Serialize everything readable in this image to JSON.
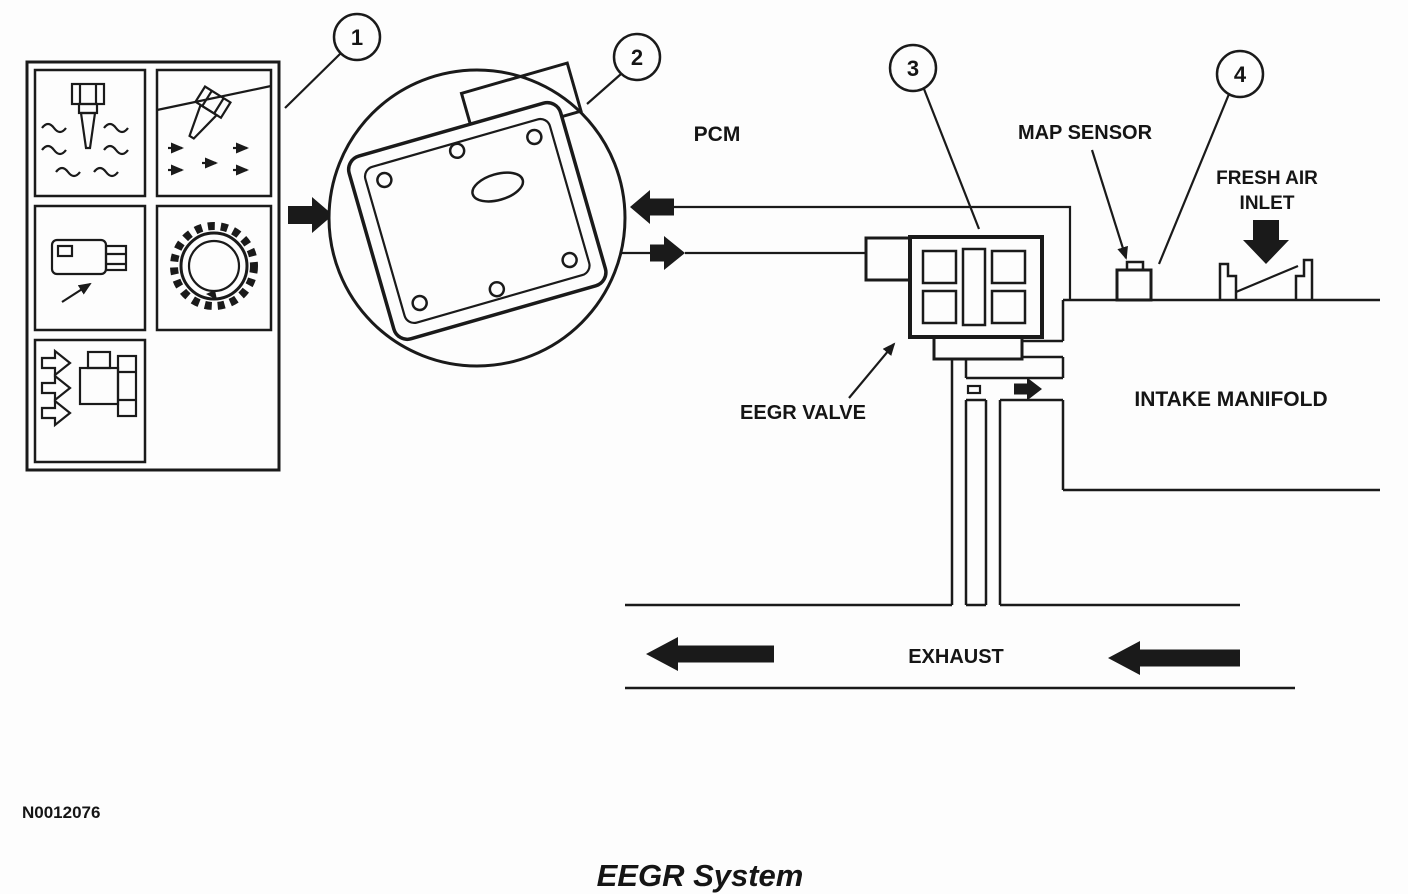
{
  "diagram": {
    "title": "EEGR System",
    "part_number": "N0012076",
    "callouts": {
      "c1": "1",
      "c2": "2",
      "c3": "3",
      "c4": "4"
    },
    "labels": {
      "pcm": "PCM",
      "map_sensor": "MAP SENSOR",
      "fresh_air_line1": "FRESH AIR",
      "fresh_air_line2": "INLET",
      "eegr_valve": "EEGR VALVE",
      "intake_manifold": "INTAKE MANIFOLD",
      "exhaust": "EXHAUST"
    },
    "colors": {
      "line": "#1a1a1a",
      "background": "#fdfdfd"
    }
  }
}
